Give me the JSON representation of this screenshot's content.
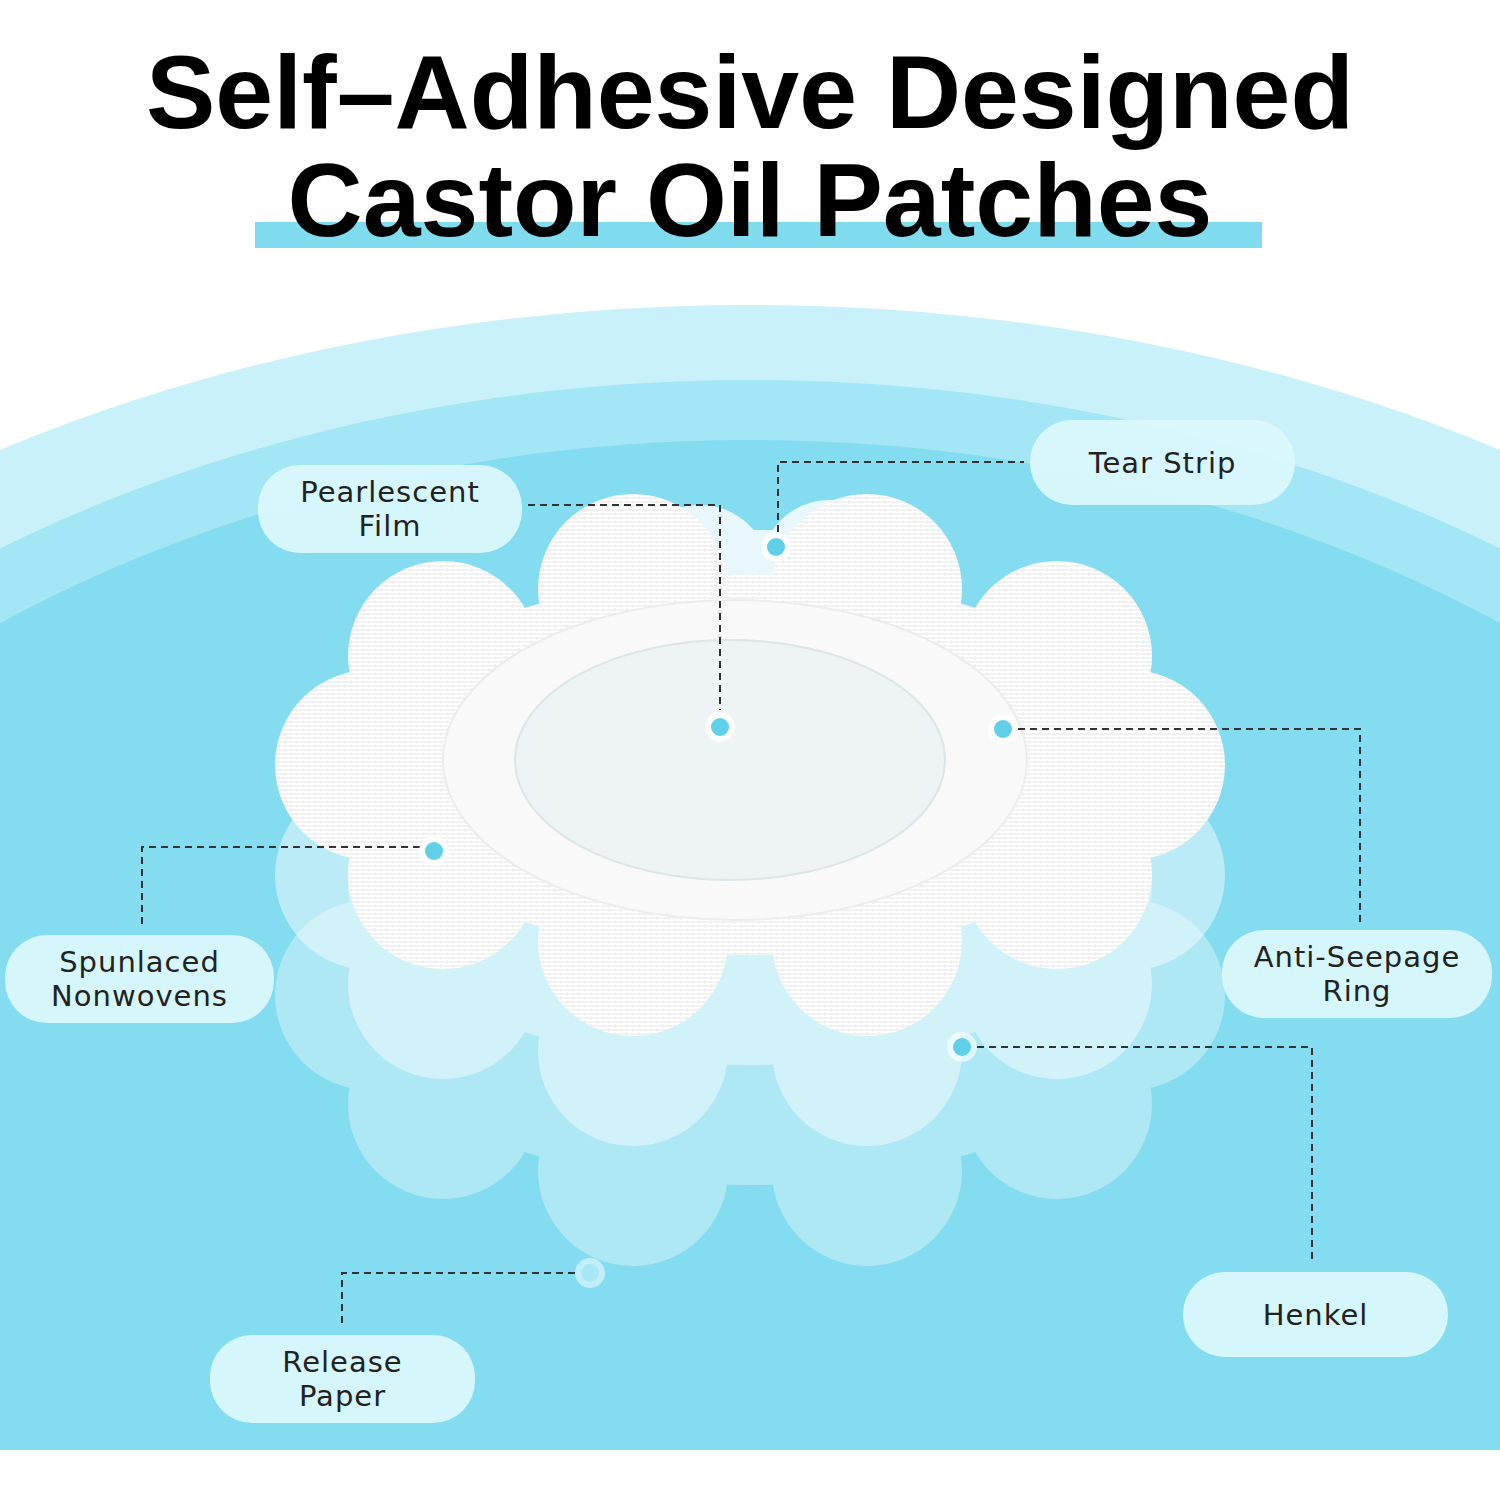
{
  "diagram": {
    "title": "Self–Adhesive Designed Castor Oil Patches",
    "nodes": [
      {
        "text": [
          "Tear Strip"
        ]
      },
      {
        "text": [
          "Pearlescent Film"
        ]
      },
      {
        "text": [
          "Spunlaced Nonwovens"
        ]
      },
      {
        "text": [
          "Anti-Seepage Ring"
        ]
      },
      {
        "text": [
          "Henkel"
        ]
      },
      {
        "text": [
          "Release Paper"
        ]
      }
    ]
  }
}
